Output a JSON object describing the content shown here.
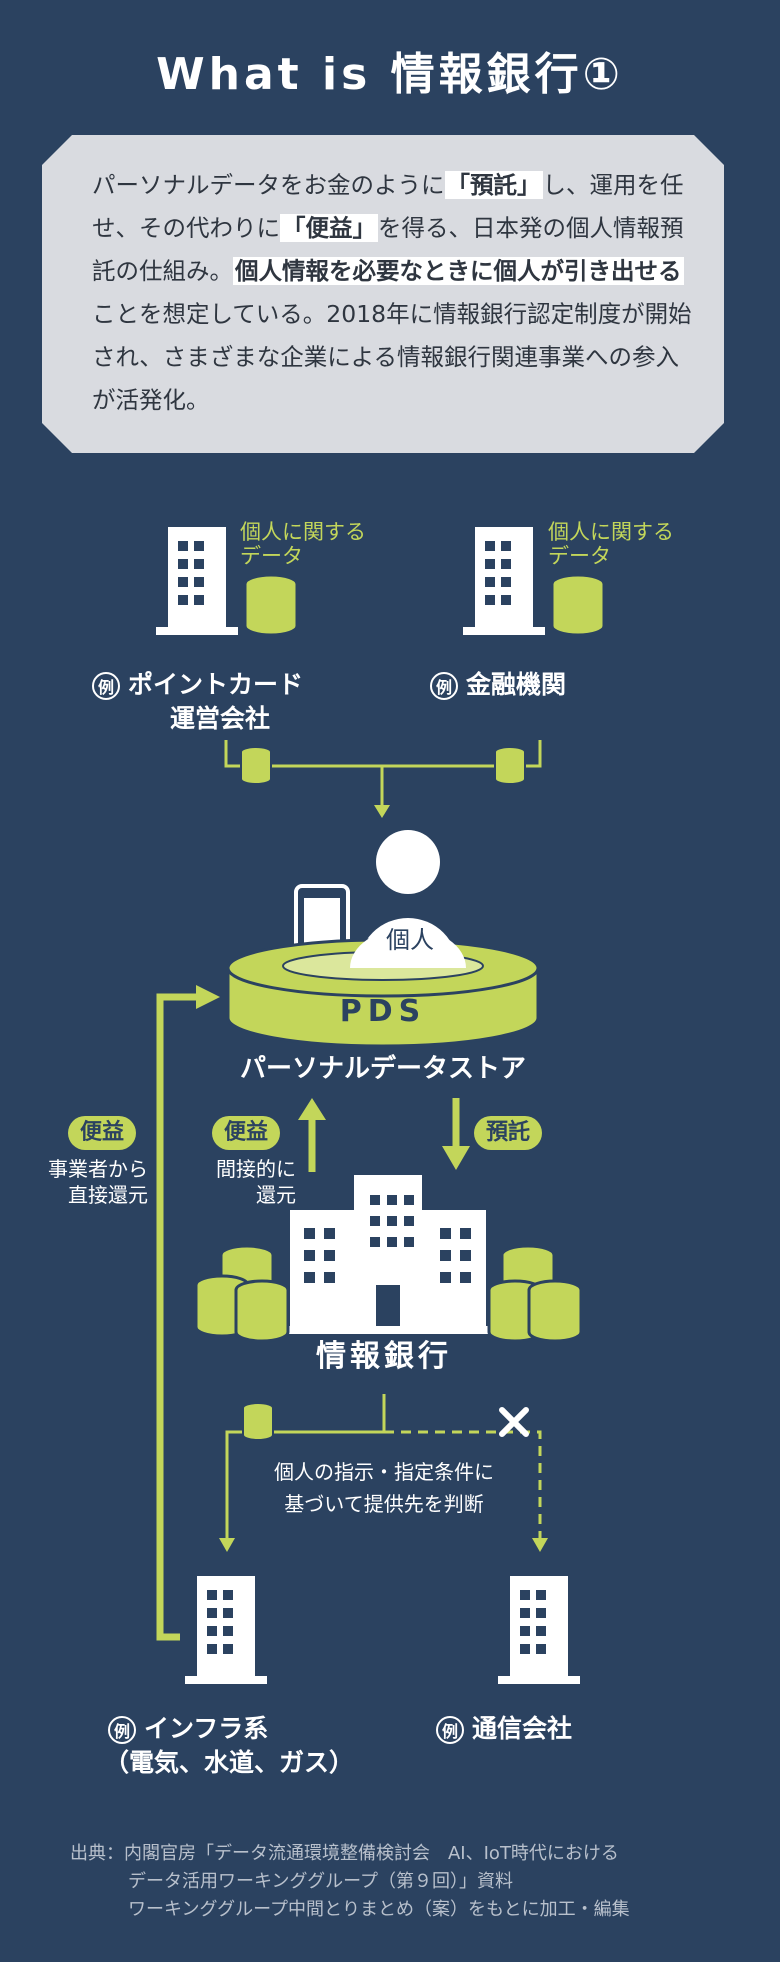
{
  "title": "What is 情報銀行①",
  "intro": {
    "p1": "パーソナルデータをお金のように",
    "p1_hl": "「預託」",
    "p2": "し、運用を任せ、その代わりに",
    "p2_hl": "「便益」",
    "p3": "を得る、日本発の個人情報預託の仕組み。",
    "p3_hl": "個人情報を必要なときに個人が引き出せる",
    "p4": "ことを想定している。2018年に情報銀行認定制度が開始され、さまざまな企業による情報銀行関連事業への参入が活発化。"
  },
  "sources": {
    "left": {
      "data_label_1": "個人に関する",
      "data_label_2": "データ",
      "rei": "例",
      "name_1": "ポイントカード",
      "name_2": "運営会社"
    },
    "right": {
      "data_label_1": "個人に関する",
      "data_label_2": "データ",
      "rei": "例",
      "name_1": "金融機関"
    }
  },
  "pds": {
    "person_label": "個人",
    "disk_label": "PDS",
    "caption": "パーソナルデータストア"
  },
  "flows": {
    "benefit_direct_pill": "便益",
    "benefit_direct_1": "事業者から",
    "benefit_direct_2": "直接還元",
    "benefit_indirect_pill": "便益",
    "benefit_indirect_1": "間接的に",
    "benefit_indirect_2": "還元",
    "deposit_pill": "預託"
  },
  "bank": {
    "label": "情報銀行",
    "decision_1": "個人の指示・指定条件に",
    "decision_2": "基づいて提供先を判断"
  },
  "destinations": {
    "left": {
      "rei": "例",
      "name_1": "インフラ系",
      "name_2": "（電気、水道、ガス）"
    },
    "right": {
      "rei": "例",
      "name_1": "通信会社"
    }
  },
  "source_note": {
    "line1": "出典：内閣官房「データ流通環境整備検討会　AI、IoT時代における",
    "line2": "データ活用ワーキンググループ（第９回）」資料",
    "line3": "ワーキンググループ中間とりまとめ（案）をもとに加工・編集"
  },
  "colors": {
    "background": "#2b4260",
    "accent": "#c3d65a",
    "panel": "#d9dbe0"
  }
}
